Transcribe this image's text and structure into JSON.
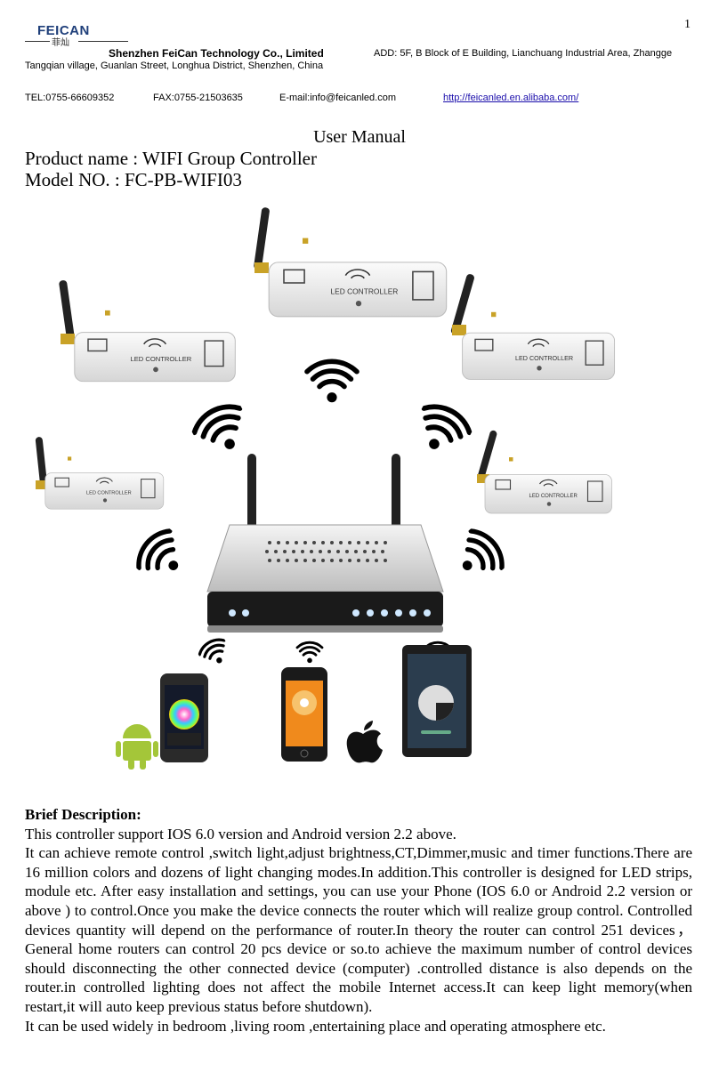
{
  "header": {
    "page_number": "1",
    "logo_text": "FEICAN",
    "logo_subtext": "菲灿",
    "company_name": "Shenzhen FeiCan Technology Co., Limited",
    "address_line1": "ADD:  5F, B Block of E Building, Lianchuang Industrial Area, Zhangge",
    "address_line2": "Tangqian village, Guanlan Street, Longhua District, Shenzhen, China",
    "tel": "TEL:0755-66609352",
    "fax": "FAX:0755-21503635",
    "email": "E-mail:info@feicanled.com",
    "website": "http://feicanled.en.alibaba.com/"
  },
  "title": {
    "doc_title": "User Manual",
    "product_name": "Product name : WIFI Group Controller",
    "model_no": "Model NO. : FC-PB-WIFI03"
  },
  "illustration": {
    "controller_label": "LED CONTROLLER",
    "icons": [
      "wifi-signal-icon",
      "router",
      "android-logo-icon",
      "apple-logo-icon"
    ],
    "colors": {
      "controller_body": "#eeeeee",
      "antenna": "#222222",
      "router_led": "#cfe8ff",
      "phone_screen_orange": "#f08a1c"
    }
  },
  "description": {
    "heading": "Brief Description:",
    "p1": "This controller support IOS 6.0 version and Android version 2.2 above.",
    "p2": "It can achieve remote control ,switch light,adjust brightness,CT,Dimmer,music and timer functions.There are 16 million colors and dozens of light changing modes.In addition.This controller is designed for LED strips, module etc. After easy installation and settings, you can use your Phone (IOS 6.0 or Android 2.2 version or above ) to control.Once you make the device connects the router which will realize group control. Controlled devices quantity will depend on the performance of router.In theory the router can control 251 devices，General home routers can control 20 pcs device or so.to achieve the maximum number of control devices should disconnecting the other connected device (computer) .controlled distance is also depends on the router.in controlled lighting does not affect the mobile Internet access.It can keep light memory(when restart,it will auto keep previous status before shutdown).",
    "p3": "It can be used widely in bedroom ,living room ,entertaining place and operating atmosphere etc."
  }
}
